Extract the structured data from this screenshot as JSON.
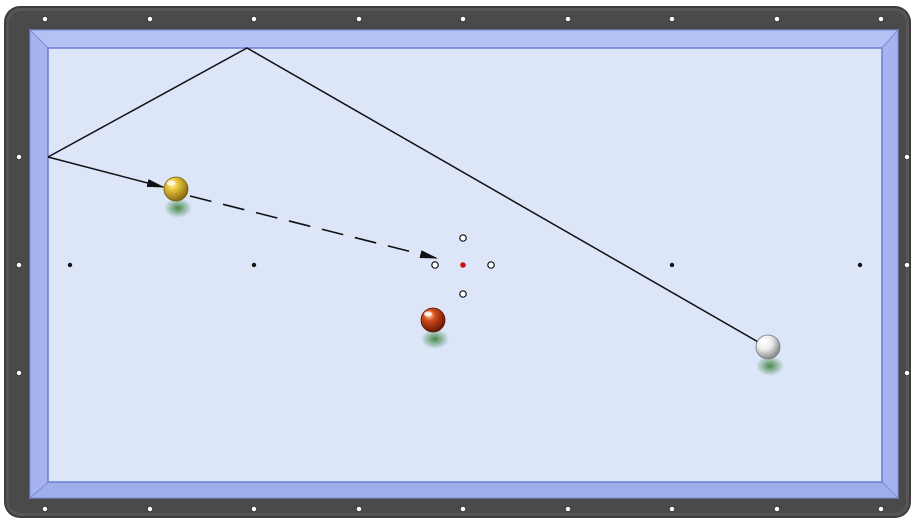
{
  "colors": {
    "rail": "#4a4a4a",
    "rail_highlight": "#6a6a6a",
    "cushion": "#a9b8f2",
    "cushion_dark": "#7e90d8",
    "cloth": "#dce6f8",
    "cloth_border": "#6c7fcf",
    "diamond": "#ffffff",
    "spot": "#111111",
    "center_spot": "#d01010",
    "shot_line": "#111111"
  },
  "balls": [
    {
      "name": "yellow-ball",
      "color": "yellow"
    },
    {
      "name": "red-ball",
      "color": "red"
    },
    {
      "name": "white-cue-ball",
      "color": "white"
    }
  ],
  "icons": {
    "direction_arrow": "arrow-icon",
    "target_marker": "crosshair-icon"
  }
}
